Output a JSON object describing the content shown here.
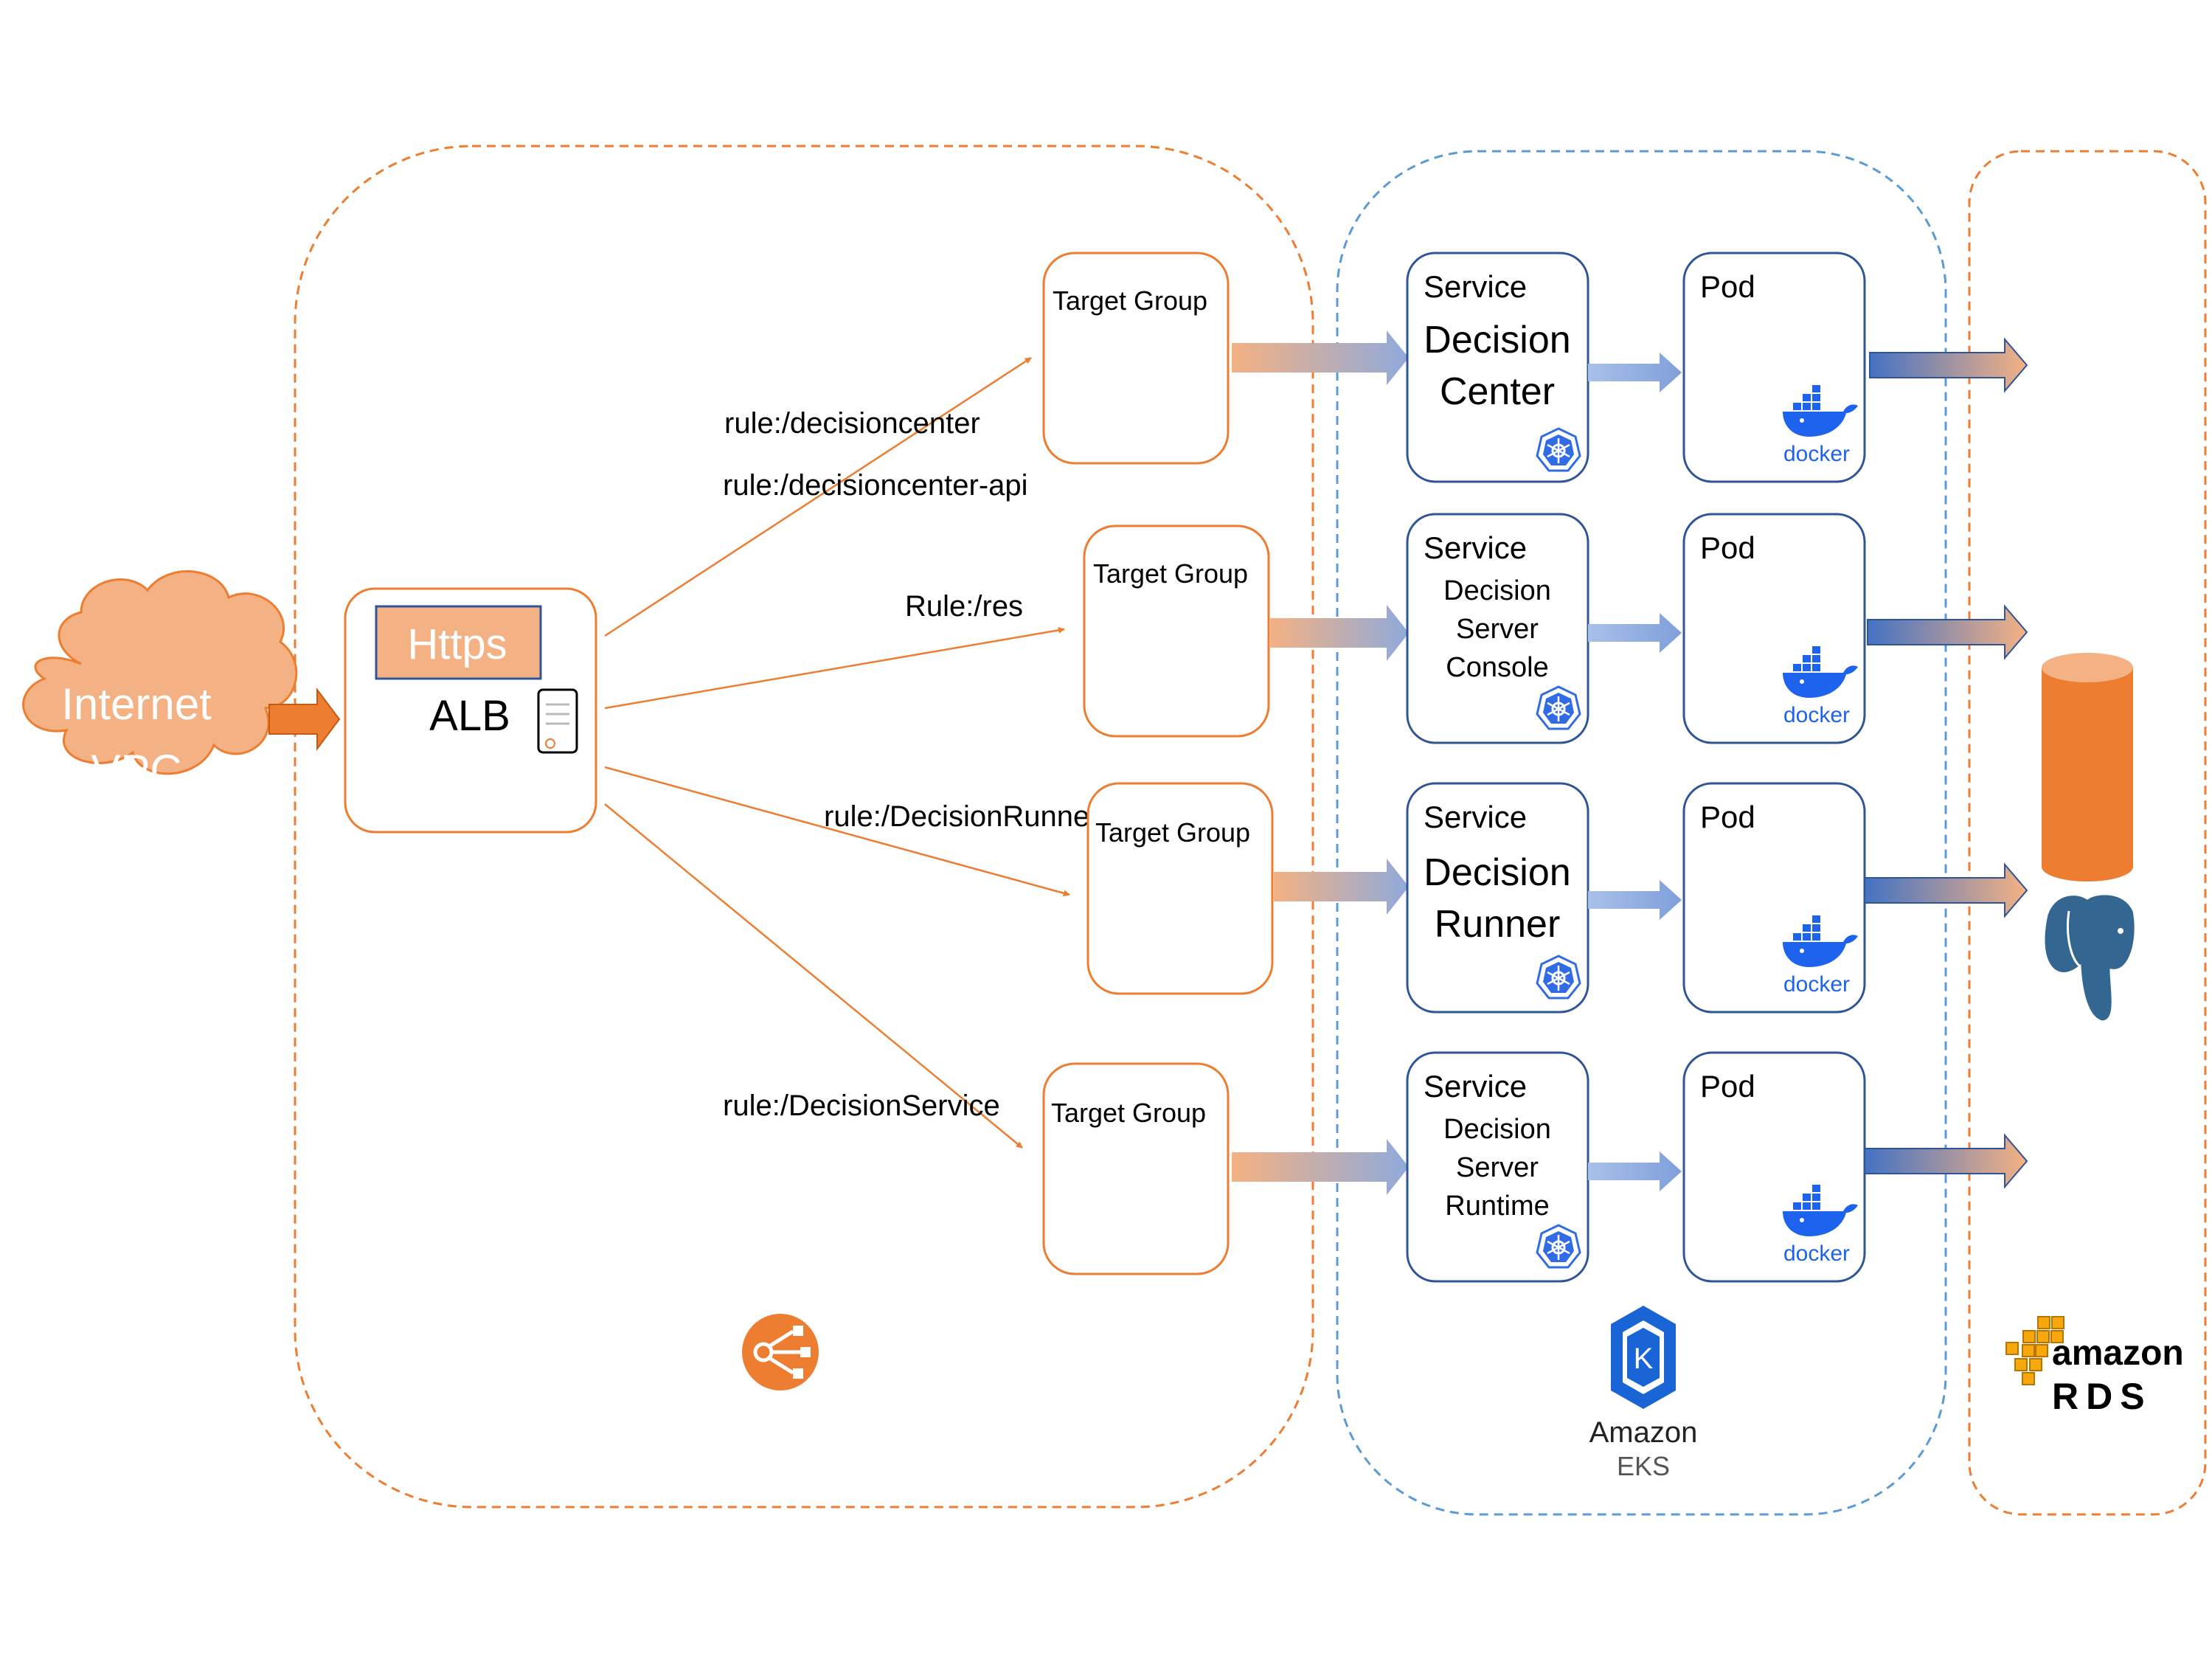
{
  "cloud": {
    "line1": "Internet",
    "line2": "VPC"
  },
  "alb": {
    "https_label": "Https",
    "label": "ALB"
  },
  "rules": {
    "decisioncenter": "rule:/decisioncenter",
    "decisioncenter_api": "rule:/decisioncenter-api",
    "res": "Rule:/res",
    "runner": "rule:/DecisionRunner",
    "service": "rule:/DecisionService"
  },
  "target_group_label": "Target Group",
  "service_label": "Service",
  "pod_label": "Pod",
  "services": [
    {
      "lines": [
        "Decision",
        "Center"
      ]
    },
    {
      "lines": [
        "Decision",
        "Server",
        "Console"
      ]
    },
    {
      "lines": [
        "Decision",
        "Runner"
      ]
    },
    {
      "lines": [
        "Decision",
        "Server",
        "Runtime"
      ]
    }
  ],
  "docker_label": "docker",
  "eks": {
    "line1": "Amazon",
    "line2": "EKS"
  },
  "rds": {
    "line1": "amazon",
    "line2": "RDS"
  },
  "colors": {
    "orange": "#ED7D31",
    "orange_fill": "#F4B183",
    "blue_border": "#2F5597",
    "eks_dashed": "#5B9BD5",
    "docker_blue": "#1D63ED",
    "eks_blue": "#1A65D6",
    "postgres_blue": "#336791",
    "aws_gold": "#F7A80D",
    "k8s_blue": "#326CE5"
  },
  "icons": {
    "alb": "elastic-load-balancing-icon",
    "certificate": "certificate-icon",
    "kubernetes": "kubernetes-icon",
    "docker": "docker-whale-icon",
    "eks": "amazon-eks-icon",
    "database": "database-cylinder-icon",
    "postgres": "postgresql-elephant-icon",
    "rds": "amazon-rds-cubes-icon"
  }
}
